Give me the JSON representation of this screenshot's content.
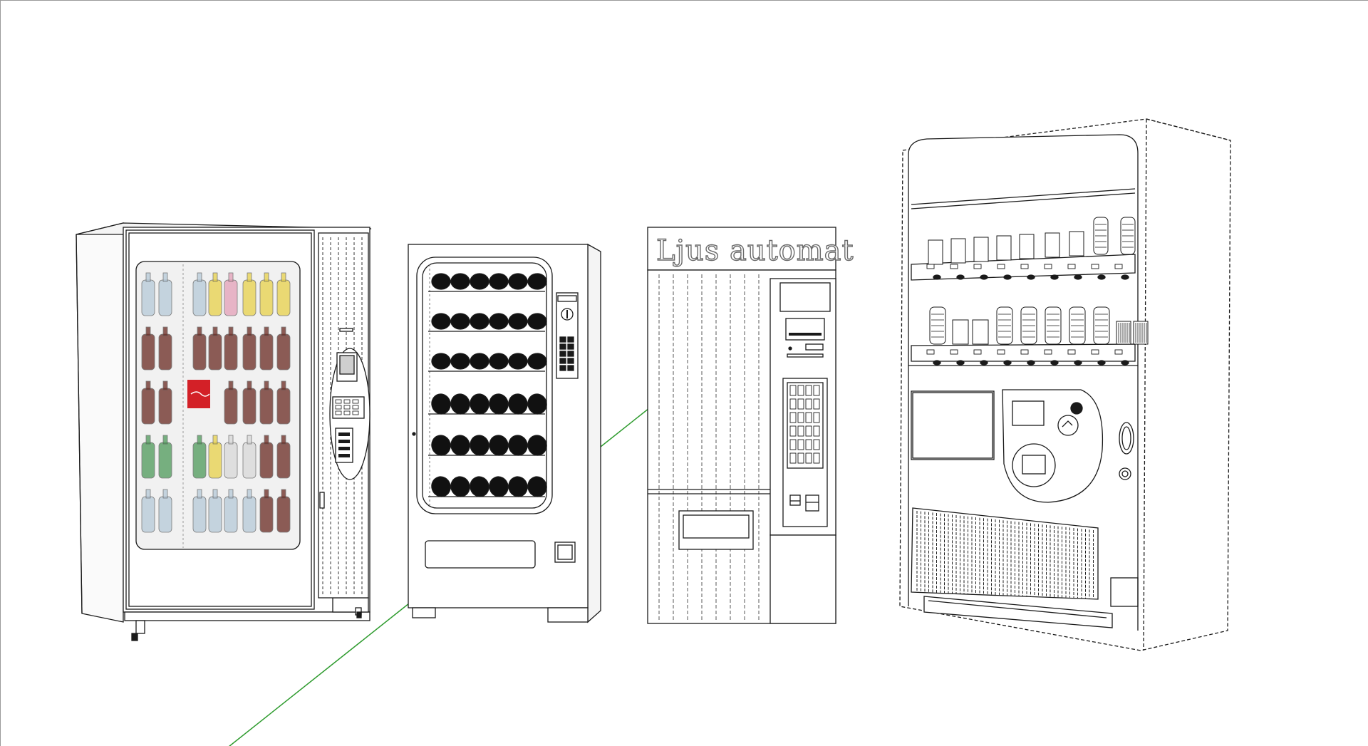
{
  "scene": {
    "background_color": "#ffffff",
    "axis_color": "#2e9b2e",
    "line_color": "#1a1a1a",
    "machines": [
      {
        "id": "coke-cooler",
        "style": "glass-front drink cooler"
      },
      {
        "id": "spiral-snack",
        "style": "spiral snack machine"
      },
      {
        "id": "ljus-automat",
        "sign_text": "Ljus automat"
      },
      {
        "id": "bottle-machine",
        "style": "japanese style drink machine"
      }
    ]
  },
  "coke_machine": {
    "bottle_colors": [
      "#6a2a22",
      "#b5c9d8",
      "#4e9a5a",
      "#e8d24a",
      "#e4a0b8",
      "#d8d8d8"
    ],
    "logo_color": "#d32027"
  }
}
